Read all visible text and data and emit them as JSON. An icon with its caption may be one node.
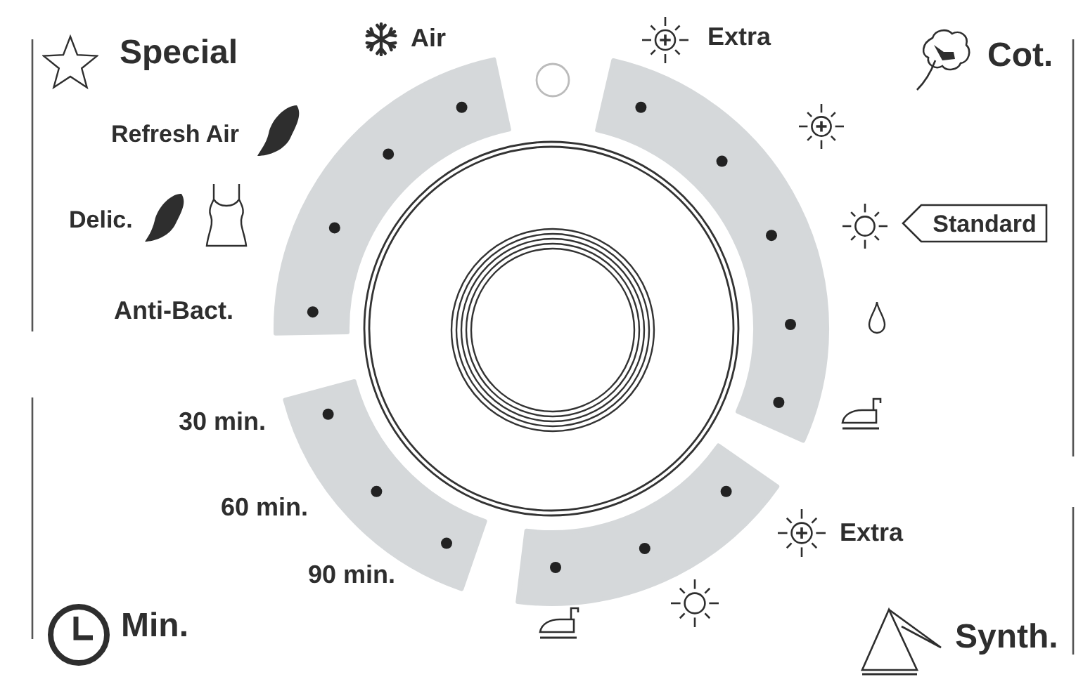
{
  "diagram": {
    "nodes": [
      {
        "text": [
          "Standard"
        ]
      }
    ],
    "labels": [
      "Special",
      "Air",
      "Extra",
      "Cot.",
      "Refresh Air",
      "Delic.",
      "Anti-Bact.",
      "30 min.",
      "60 min.",
      "Extra",
      "90 min.",
      "Min.",
      "Synth."
    ]
  }
}
